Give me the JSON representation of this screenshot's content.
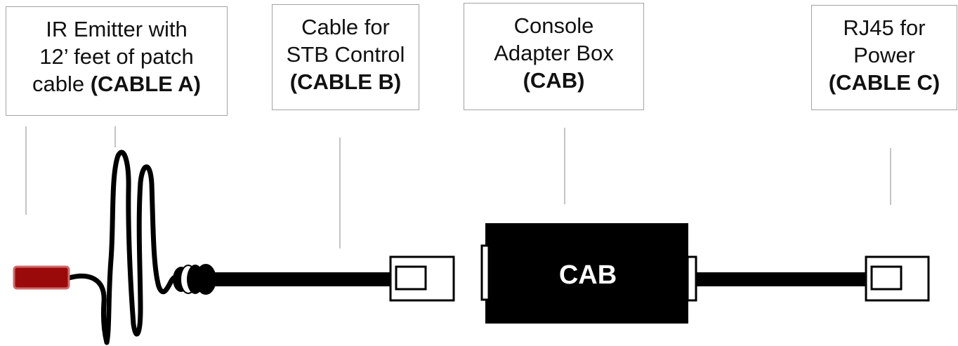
{
  "labels": {
    "ir_emitter": {
      "line1": "IR Emitter with",
      "line2": "12’ feet of patch",
      "line3_prefix": "cable ",
      "line3_bold": "(CABLE A)"
    },
    "stb_control": {
      "line1": "Cable for",
      "line2": "STB Control",
      "line3_bold": "(CABLE B)"
    },
    "console_adapter": {
      "line1": "Console",
      "line2": "Adapter Box",
      "line3_bold": "(CAB)"
    },
    "power": {
      "line1": "RJ45 for",
      "line2": "Power",
      "line3_bold": "(CABLE C)"
    }
  },
  "cab_box_text": "CAB",
  "colors": {
    "emitter": "#9b0a0a",
    "emitter_border": "#cf6b6b",
    "cable": "#000000",
    "box_border": "#a3a3a3"
  }
}
